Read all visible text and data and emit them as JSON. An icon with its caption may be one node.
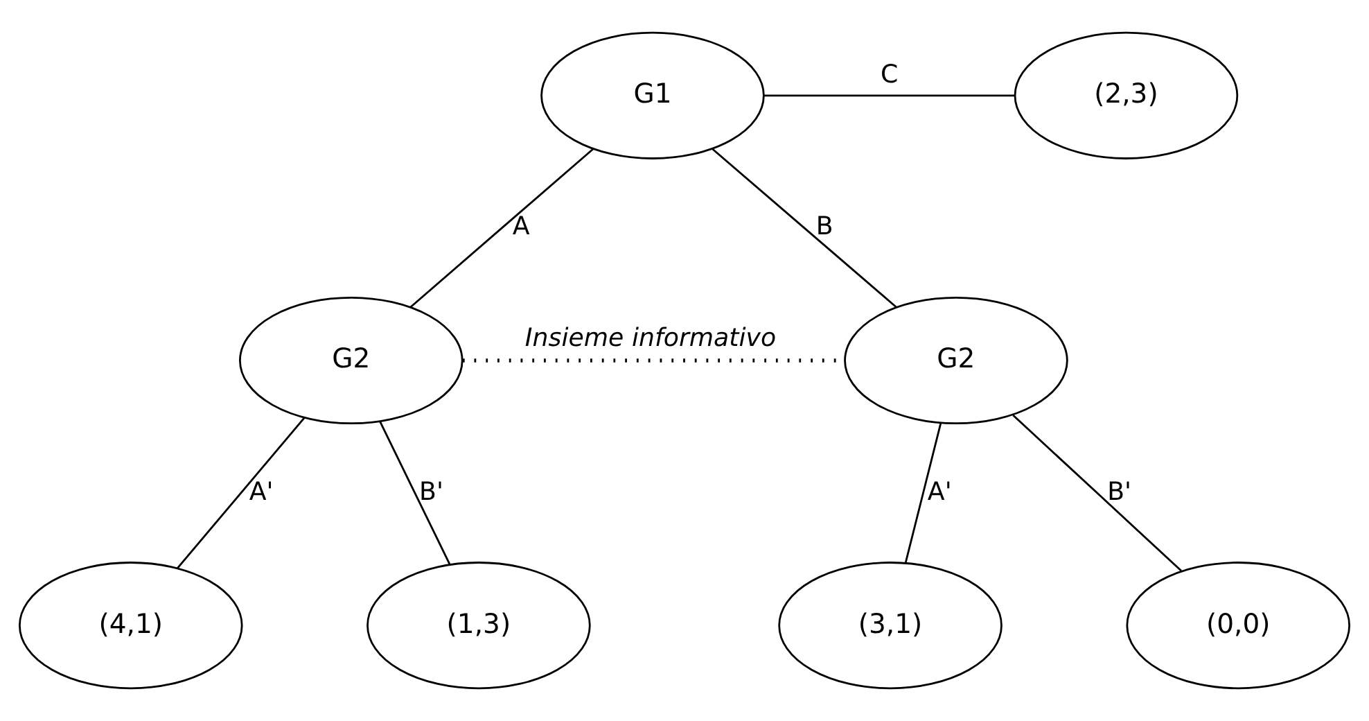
{
  "diagram": {
    "nodes": [
      {
        "text": [
          "G1"
        ]
      },
      {
        "text": [
          "(2,3)"
        ]
      },
      {
        "text": [
          "G2"
        ]
      },
      {
        "text": [
          "G2"
        ]
      },
      {
        "text": [
          "(4,1)"
        ]
      },
      {
        "text": [
          "(1,3)"
        ]
      },
      {
        "text": [
          "(3,1)"
        ]
      },
      {
        "text": [
          "(0,0)"
        ]
      }
    ],
    "edges": [
      {
        "from": 0,
        "to": 1,
        "arrow": "none",
        "label": "C"
      },
      {
        "from": 0,
        "to": 2,
        "arrow": "none",
        "label": "A"
      },
      {
        "from": 0,
        "to": 3,
        "arrow": "none",
        "label": "B"
      },
      {
        "from": 2,
        "to": 3,
        "arrow": "none",
        "label": "Insieme informativo",
        "style": "dashed"
      },
      {
        "from": 2,
        "to": 4,
        "arrow": "none",
        "label": "A'"
      },
      {
        "from": 2,
        "to": 5,
        "arrow": "none",
        "label": "B'"
      },
      {
        "from": 3,
        "to": 6,
        "arrow": "none",
        "label": "A'"
      },
      {
        "from": 3,
        "to": 7,
        "arrow": "none",
        "label": "B'"
      }
    ]
  }
}
